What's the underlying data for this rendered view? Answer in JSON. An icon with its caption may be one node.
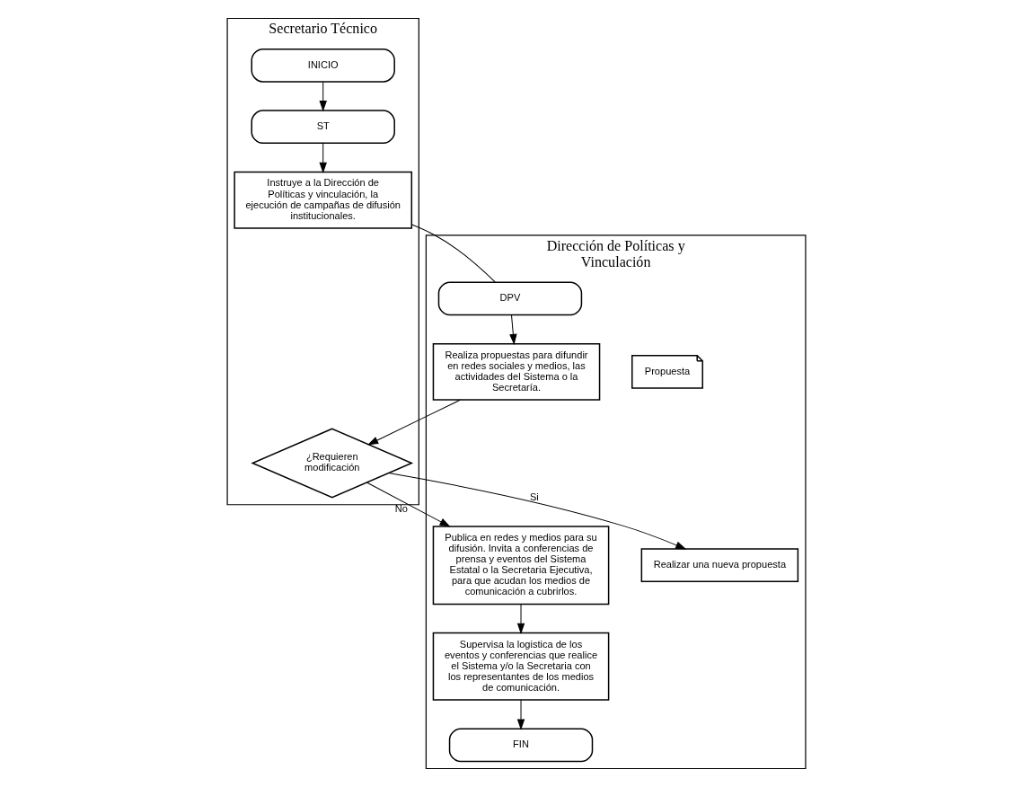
{
  "diagram": {
    "nodes": [
      {
        "text": [
          "Secretario Técnico"
        ]
      },
      {
        "text": [
          "Dirección de Políticas y Vinculación"
        ]
      },
      {
        "text": [
          "INICIO"
        ],
        "in": 0
      },
      {
        "text": [
          "ST"
        ],
        "in": 0
      },
      {
        "text": [
          "Instruye a la Dirección de Políticas y vinculación, la ejecución de campañas de difusión institucionales."
        ],
        "in": 0
      },
      {
        "text": [
          "¿Requieren modificación"
        ],
        "in": 0
      },
      {
        "text": [
          "DPV"
        ],
        "in": 1
      },
      {
        "text": [
          "Realiza propuestas para difundir en redes sociales y medios, las actividades del Sistema o la Secretaría."
        ],
        "in": 1
      },
      {
        "text": [
          "Propuesta"
        ],
        "in": 1
      },
      {
        "text": [
          "Realizar una nueva propuesta"
        ],
        "in": 1
      },
      {
        "text": [
          "Publica en redes y medios para su difusión. Invita a conferencias de prensa y eventos del Sistema Estatal o la Secretaria Ejecutiva, para que acudan los medios de comunicación a cubrirlos."
        ],
        "in": 1
      },
      {
        "text": [
          "Supervisa la logistica de los eventos y conferencias que realice el Sistema y/o la Secretaria con los representantes de los medios de comunicación."
        ],
        "in": 1
      },
      {
        "text": [
          "FIN"
        ],
        "in": 1
      }
    ],
    "edges": [
      {
        "from": 2,
        "to": 3,
        "arrow": "to"
      },
      {
        "from": 3,
        "to": 4,
        "arrow": "to"
      },
      {
        "from": 4,
        "to": 6,
        "arrow": "none"
      },
      {
        "from": 6,
        "to": 7,
        "arrow": "to"
      },
      {
        "from": 7,
        "to": 5,
        "arrow": "to"
      },
      {
        "from": 5,
        "to": 9,
        "label": "Si",
        "arrow": "to"
      },
      {
        "from": 5,
        "to": 10,
        "label": "No",
        "arrow": "to"
      },
      {
        "from": 10,
        "to": 11,
        "arrow": "to"
      },
      {
        "from": 11,
        "to": 12,
        "arrow": "to"
      }
    ]
  }
}
